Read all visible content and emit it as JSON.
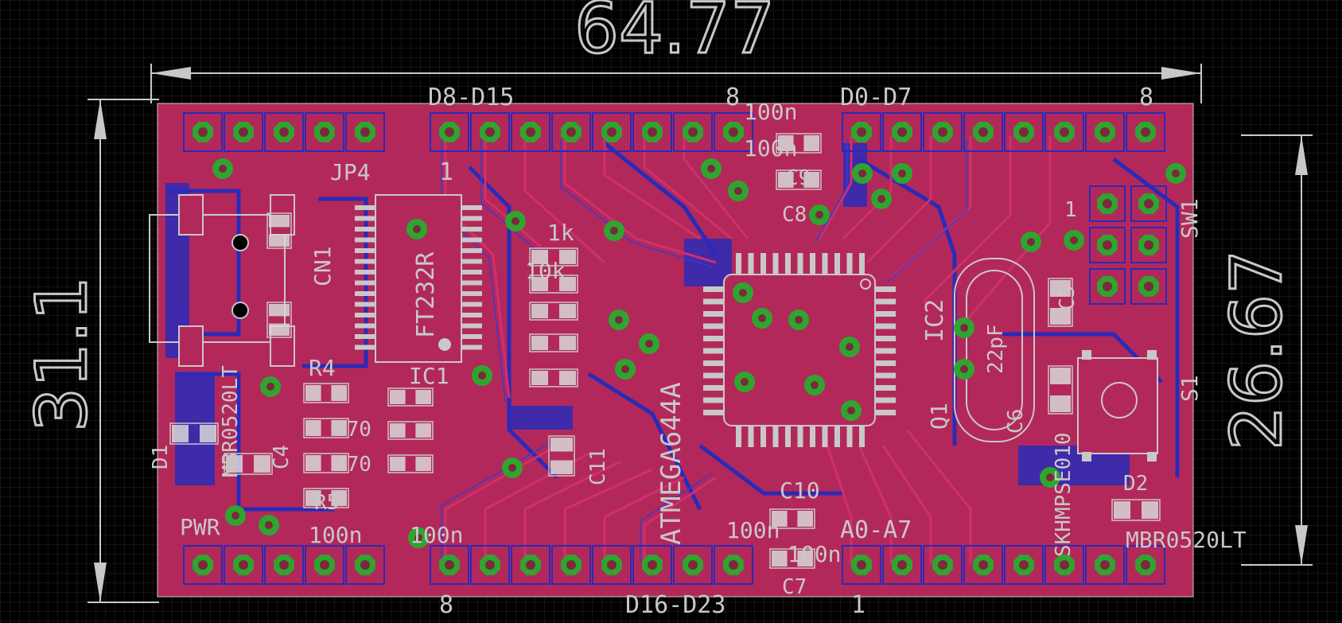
{
  "dimensions": {
    "width": "64.77",
    "height": "31.1",
    "inner_height": "26.67"
  },
  "colors": {
    "background": "#000000",
    "grid": "#2a2a2a",
    "board": "#b3285a",
    "top_copper": "#c0295a",
    "bottom_copper": "#2a2ab8",
    "pad": "#2fa52f",
    "silkscreen": "#c8c8c8"
  },
  "header_labels": {
    "top_left_group": "D8-D15",
    "top_left_count": "8",
    "top_left_pin1": "1",
    "top_right_group": "D0-D7",
    "top_right_count": "8",
    "bottom_left_count": "8",
    "bottom_left_group": "D16-D23",
    "bottom_right_pin1": "1",
    "bottom_right_group": "A0-A7"
  },
  "components": {
    "jp4": "JP4",
    "cn1": "CN1",
    "ft232": "FT232R",
    "ic1": "IC1",
    "ic2": "IC2",
    "mcu": "ATMEGA644A",
    "sw1": "SW1",
    "s1": "S1",
    "q1": "Q1",
    "r4": "R4",
    "r5": "R5",
    "c4": "C4",
    "c5": "C5",
    "c6": "C6",
    "c7": "C7",
    "c8": "C8",
    "c9": "C9",
    "c10": "C10",
    "c11": "C11",
    "d1": "D1",
    "d2": "D2",
    "pwr": "PWR",
    "mbr_d2": "MBR0520LT",
    "mbr_d1": "MBR0520LT",
    "skhm": "SKHMPSE010",
    "val_100n_a": "100n",
    "val_100n_b": "100n",
    "val_100n_c": "100n",
    "val_100n_d": "100n",
    "val_100n_e": "100n",
    "val_100n_f": "100n",
    "val_1k": "1k",
    "val_10k": "10k",
    "val_22pf": "22pF",
    "val_470_a": "470",
    "val_470_b": "470",
    "val_1": "1"
  }
}
